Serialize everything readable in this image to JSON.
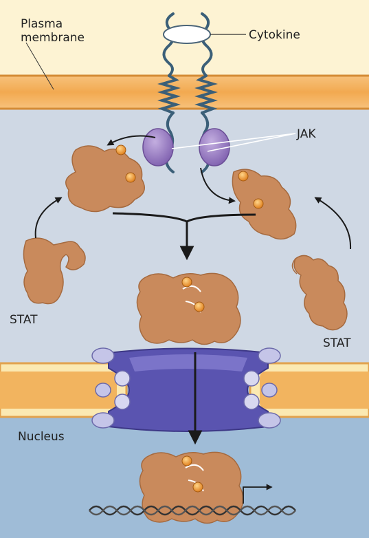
{
  "labels": {
    "plasma_membrane_line1": "Plasma",
    "plasma_membrane_line2": "membrane",
    "cytokine": "Cytokine",
    "jak": "JAK",
    "stat_left": "STAT",
    "stat_right": "STAT",
    "nucleus": "Nucleus"
  },
  "colors": {
    "extracellular": "#fdf3d3",
    "membrane": "#f4b15f",
    "cytoplasm": "#cdd6e3",
    "nucleoplasm": "#9dbbd6",
    "stat_protein": "#c98a5c",
    "jak_kinase": "#9b7fbf",
    "phosphate": "#f0a33a",
    "nuclear_pore": "#5f58b5",
    "receptor": "#3b5f78"
  },
  "icons": {
    "arrow": "arrow-icon",
    "phosphate": "phosphate-icon",
    "dna": "dna-icon"
  }
}
